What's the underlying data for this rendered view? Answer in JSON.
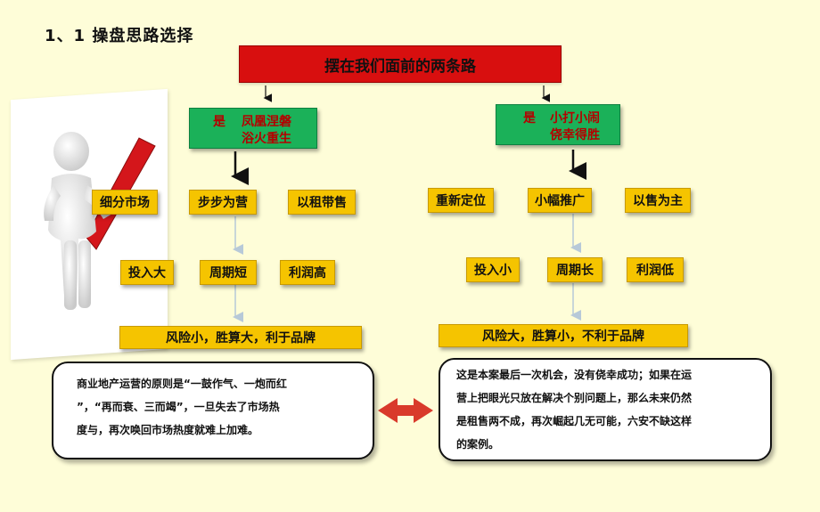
{
  "header": {
    "title": "1、1 操盘思路选择"
  },
  "root": {
    "label": "摆在我们面前的两条路"
  },
  "left": {
    "is": "是",
    "line1": "凤凰涅磐",
    "line2": "浴火重生",
    "tags1": [
      "细分市场",
      "步步为营",
      "以租带售"
    ],
    "tags2": [
      "投入大",
      "周期短",
      "利润高"
    ],
    "summary": "风险小，胜算大，利于品牌",
    "bubble": [
      "商业地产运营的原则是“一鼓作气、一炮而红",
      "”，“再而衰、三而竭”，一旦失去了市场热",
      "度与，再次唤回市场热度就难上加难。"
    ]
  },
  "right": {
    "is": "是",
    "line1": "小打小闹",
    "line2": "侥幸得胜",
    "tags1": [
      "重新定位",
      "小幅推广",
      "以售为主"
    ],
    "tags2": [
      "投入小",
      "周期长",
      "利润低"
    ],
    "summary": "风险大，胜算小，不利于品牌",
    "bubble": [
      "这是本案最后一次机会，没有侥幸成功；如果在运",
      "营上把眼光只放在解决个别问题上，那么未来仍然",
      "是租售两不成，再次崛起几无可能，六安不缺这样",
      "的案例。"
    ]
  },
  "colors": {
    "background": "#fefdd8",
    "root": "#d80f0f",
    "green": "#1bb159",
    "tag": "#f5c400",
    "arrow": "#d93a2b"
  }
}
